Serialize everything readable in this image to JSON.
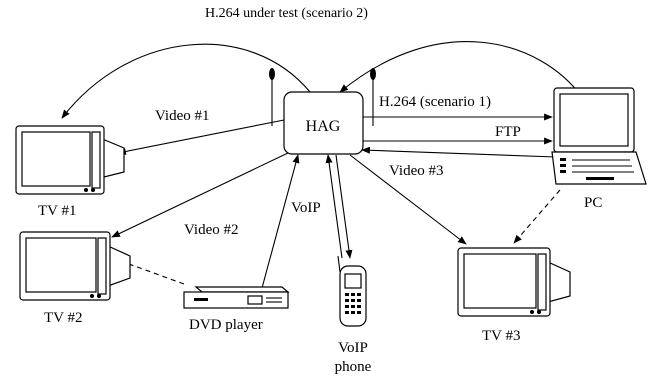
{
  "labels": {
    "top_title": "H.264 under test (scenario 2)",
    "video1": "Video #1",
    "video2": "Video #2",
    "video3": "Video #3",
    "h264_s1": "H.264 (scenario 1)",
    "ftp": "FTP",
    "voip": "VoIP"
  },
  "devices": {
    "hag": "HAG",
    "tv1": "TV #1",
    "tv2": "TV #2",
    "tv3": "TV #3",
    "pc": "PC",
    "dvd": "DVD player",
    "phone_line1": "VoIP",
    "phone_line2": "phone"
  }
}
